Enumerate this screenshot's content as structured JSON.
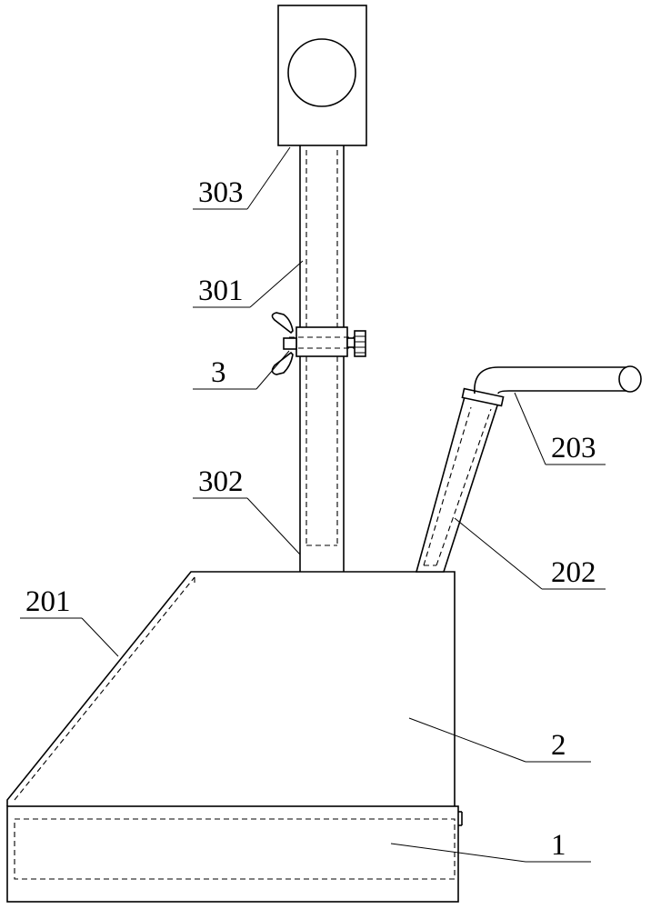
{
  "labels": {
    "l303": "303",
    "l301": "301",
    "l3": "3",
    "l302": "302",
    "l201": "201",
    "l203": "203",
    "l202": "202",
    "l2": "2",
    "l1": "1"
  },
  "colors": {
    "line": "#000000",
    "background": "#ffffff"
  }
}
